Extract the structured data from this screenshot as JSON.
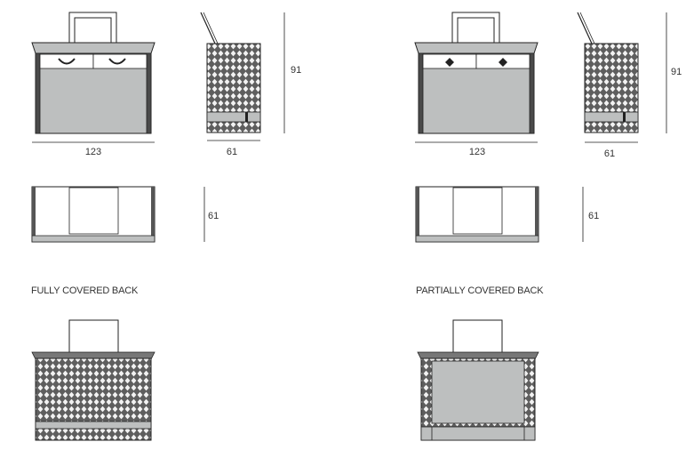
{
  "dimensions": {
    "width_a": "123",
    "depth_a": "61",
    "height_a": "91",
    "plan_depth_a": "61",
    "width_b": "123",
    "depth_b": "61",
    "height_b": "91",
    "plan_depth_b": "61"
  },
  "labels": {
    "fully_covered": "FULLY COVERED BACK",
    "partially_covered": "PARTIALLY COVERED BACK"
  },
  "colors": {
    "line": "#222222",
    "panel_fill": "#bdbfbf",
    "weave_bg": "#6b6b6b",
    "dark_trim": "#333333"
  }
}
